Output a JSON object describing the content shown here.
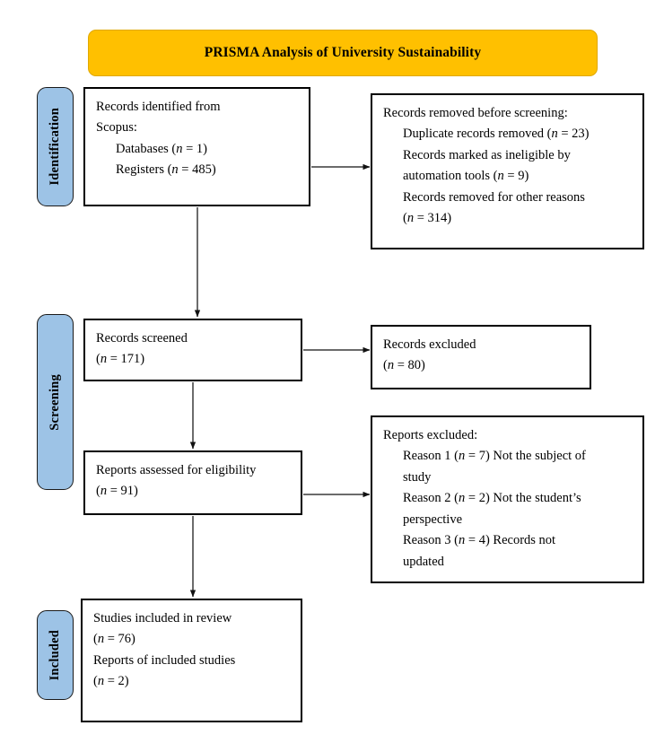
{
  "title": {
    "text": "PRISMA Analysis of University Sustainability",
    "background_color": "#FFC000",
    "border_color": "#E0A800"
  },
  "colors": {
    "stage_tab_fill": "#9DC3E6",
    "box_border": "#000000",
    "connector": "#3a3a3a",
    "page_background": "#FFFFFF"
  },
  "stages": [
    {
      "id": "identification",
      "label": "Identification"
    },
    {
      "id": "screening",
      "label": "Screening"
    },
    {
      "id": "included",
      "label": "Included"
    }
  ],
  "boxes": {
    "identified": {
      "heading": "Records identified from Scopus:",
      "lines": [
        {
          "text": "Databases (n = 1)",
          "n_label": "n",
          "n_value": "1"
        },
        {
          "text": "Registers (n = 485)",
          "n_label": "n",
          "n_value": "485"
        }
      ],
      "line1": "Records identified from",
      "line2": "Scopus:",
      "item1_pre": "Databases (",
      "item1_ital": "n",
      "item1_post": " = 1)",
      "item2_pre": "Registers (",
      "item2_ital": "n",
      "item2_post": " = 485)"
    },
    "removed": {
      "heading": "Records removed before screening:",
      "item1_pre": "Duplicate records removed (",
      "item1_ital": "n",
      "item1_post": " = 23)",
      "item2_pre": "Records marked as ineligible by automation tools (",
      "item2_ital": "n",
      "item2_post": " = 9)",
      "item3_pre": "Records removed for other reasons (",
      "item3_ital": "n",
      "item3_post": " = 314)",
      "item2_line1": "Records marked as ineligible by",
      "item2_line2_pre": "automation tools (",
      "item2_line2_post": " = 9)",
      "item3_line1": "Records removed for other reasons",
      "item3_line2_pre": "(",
      "item3_line2_post": " = 314)"
    },
    "screened": {
      "line1": "Records screened",
      "n_pre": "(",
      "n_ital": "n",
      "n_post": " = 171)"
    },
    "excluded": {
      "line1": "Records excluded",
      "n_pre": "(",
      "n_ital": "n",
      "n_post": " = 80)"
    },
    "eligibility": {
      "line1": "Reports assessed for eligibility",
      "n_pre": "(",
      "n_ital": "n",
      "n_post": " = 91)"
    },
    "reports_excluded": {
      "heading": "Reports excluded:",
      "reason1_line1_pre": "Reason 1 (",
      "reason1_ital": "n",
      "reason1_line1_post": " = 7) Not the subject of",
      "reason1_line2": "study",
      "reason2_line1_pre": "Reason 2 (",
      "reason2_ital": "n",
      "reason2_line1_post": " = 2) Not the student’s",
      "reason2_line2": "perspective",
      "reason3_line1_pre": "Reason 3 (",
      "reason3_ital": "n",
      "reason3_line1_post": " = 4) Records not",
      "reason3_line2": "updated"
    },
    "included": {
      "line1": "Studies included in review",
      "n1_pre": "(",
      "n1_ital": "n",
      "n1_post": " = 76)",
      "line2": "Reports of included studies",
      "n2_pre": "(",
      "n2_ital": "n",
      "n2_post": " = 2)"
    }
  },
  "chart_data": {
    "type": "diagram",
    "diagram_type": "prisma-flow",
    "title": "PRISMA Analysis of University Sustainability",
    "nodes": [
      {
        "id": "identified",
        "stage": "Identification",
        "label": "Records identified from Scopus",
        "counts": [
          {
            "label": "Databases",
            "n": 1
          },
          {
            "label": "Registers",
            "n": 485
          }
        ]
      },
      {
        "id": "removed",
        "stage": "Identification",
        "label": "Records removed before screening",
        "counts": [
          {
            "label": "Duplicate records removed",
            "n": 23
          },
          {
            "label": "Records marked as ineligible by automation tools",
            "n": 9
          },
          {
            "label": "Records removed for other reasons",
            "n": 314
          }
        ]
      },
      {
        "id": "screened",
        "stage": "Screening",
        "label": "Records screened",
        "n": 171
      },
      {
        "id": "excluded",
        "stage": "Screening",
        "label": "Records excluded",
        "n": 80
      },
      {
        "id": "eligibility",
        "stage": "Screening",
        "label": "Reports assessed for eligibility",
        "n": 91
      },
      {
        "id": "reports_excluded",
        "stage": "Screening",
        "label": "Reports excluded",
        "counts": [
          {
            "label": "Reason 1 Not the subject of study",
            "n": 7
          },
          {
            "label": "Reason 2 Not the student’s perspective",
            "n": 2
          },
          {
            "label": "Reason 3 Records not updated",
            "n": 4
          }
        ]
      },
      {
        "id": "included",
        "stage": "Included",
        "label": "Studies included in review",
        "counts": [
          {
            "label": "Studies included in review",
            "n": 76
          },
          {
            "label": "Reports of included studies",
            "n": 2
          }
        ]
      }
    ],
    "edges": [
      {
        "from": "identified",
        "to": "removed",
        "direction": "right"
      },
      {
        "from": "identified",
        "to": "screened",
        "direction": "down"
      },
      {
        "from": "screened",
        "to": "excluded",
        "direction": "right"
      },
      {
        "from": "screened",
        "to": "eligibility",
        "direction": "down"
      },
      {
        "from": "eligibility",
        "to": "reports_excluded",
        "direction": "right"
      },
      {
        "from": "eligibility",
        "to": "included",
        "direction": "down"
      }
    ]
  }
}
